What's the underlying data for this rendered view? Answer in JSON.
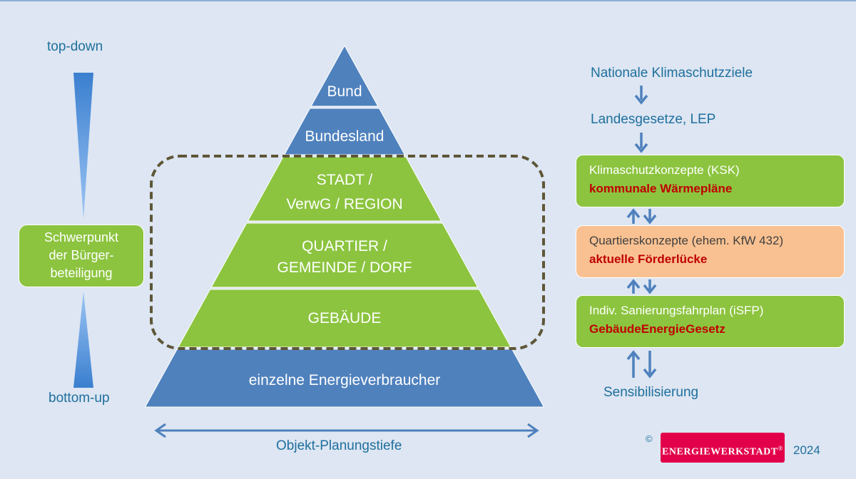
{
  "left_axis": {
    "top_label": "top-down",
    "bottom_label": "bottom-up",
    "center_box": [
      "Schwerpunkt",
      "der Bürger-",
      "beteiligung"
    ]
  },
  "pyramid": {
    "levels": [
      {
        "lines": [
          "Bund"
        ],
        "color": "#4f81bd"
      },
      {
        "lines": [
          "Bundesland"
        ],
        "color": "#4f81bd"
      },
      {
        "lines": [
          "STADT /",
          "VerwG / REGION"
        ],
        "color": "#8cc43f"
      },
      {
        "lines": [
          "QUARTIER /",
          "GEMEINDE / DORF"
        ],
        "color": "#8cc43f"
      },
      {
        "lines": [
          "GEBÄUDE"
        ],
        "color": "#8cc43f"
      },
      {
        "lines": [
          "einzelne Energieverbraucher"
        ],
        "color": "#4f81bd"
      }
    ],
    "axis_label": "Objekt-Planungstiefe"
  },
  "right_flow": {
    "national": "Nationale Klimaschutzziele",
    "land": "Landesgesetze, LEP",
    "boxes": [
      {
        "line1": "Klimaschutzkonzepte (KSK)",
        "line2": "kommunale Wärmepläne",
        "color": "#8cc43f"
      },
      {
        "line1": "Quartierskonzepte (ehem. KfW 432)",
        "line2": "aktuelle Förderlücke",
        "color": "#f9c191"
      },
      {
        "line1": "Indiv. Sanierungsfahrplan (iSFP)",
        "line2": "GebäudeEnergieGesetz",
        "color": "#8cc43f"
      }
    ],
    "bottom": "Sensibilisierung"
  },
  "footer": {
    "copyright": "©",
    "logo": "ENERGIEWERKSTADT",
    "registered": "®",
    "year": "2024"
  },
  "colors": {
    "background": "#dde6f2",
    "accent_blue": "#4f81bd",
    "green": "#8cc43f",
    "peach": "#f9c191",
    "red_text": "#c00000",
    "text_blue": "#1f6f9e",
    "dash": "#5e5637",
    "logo_bg": "#e2004a"
  }
}
